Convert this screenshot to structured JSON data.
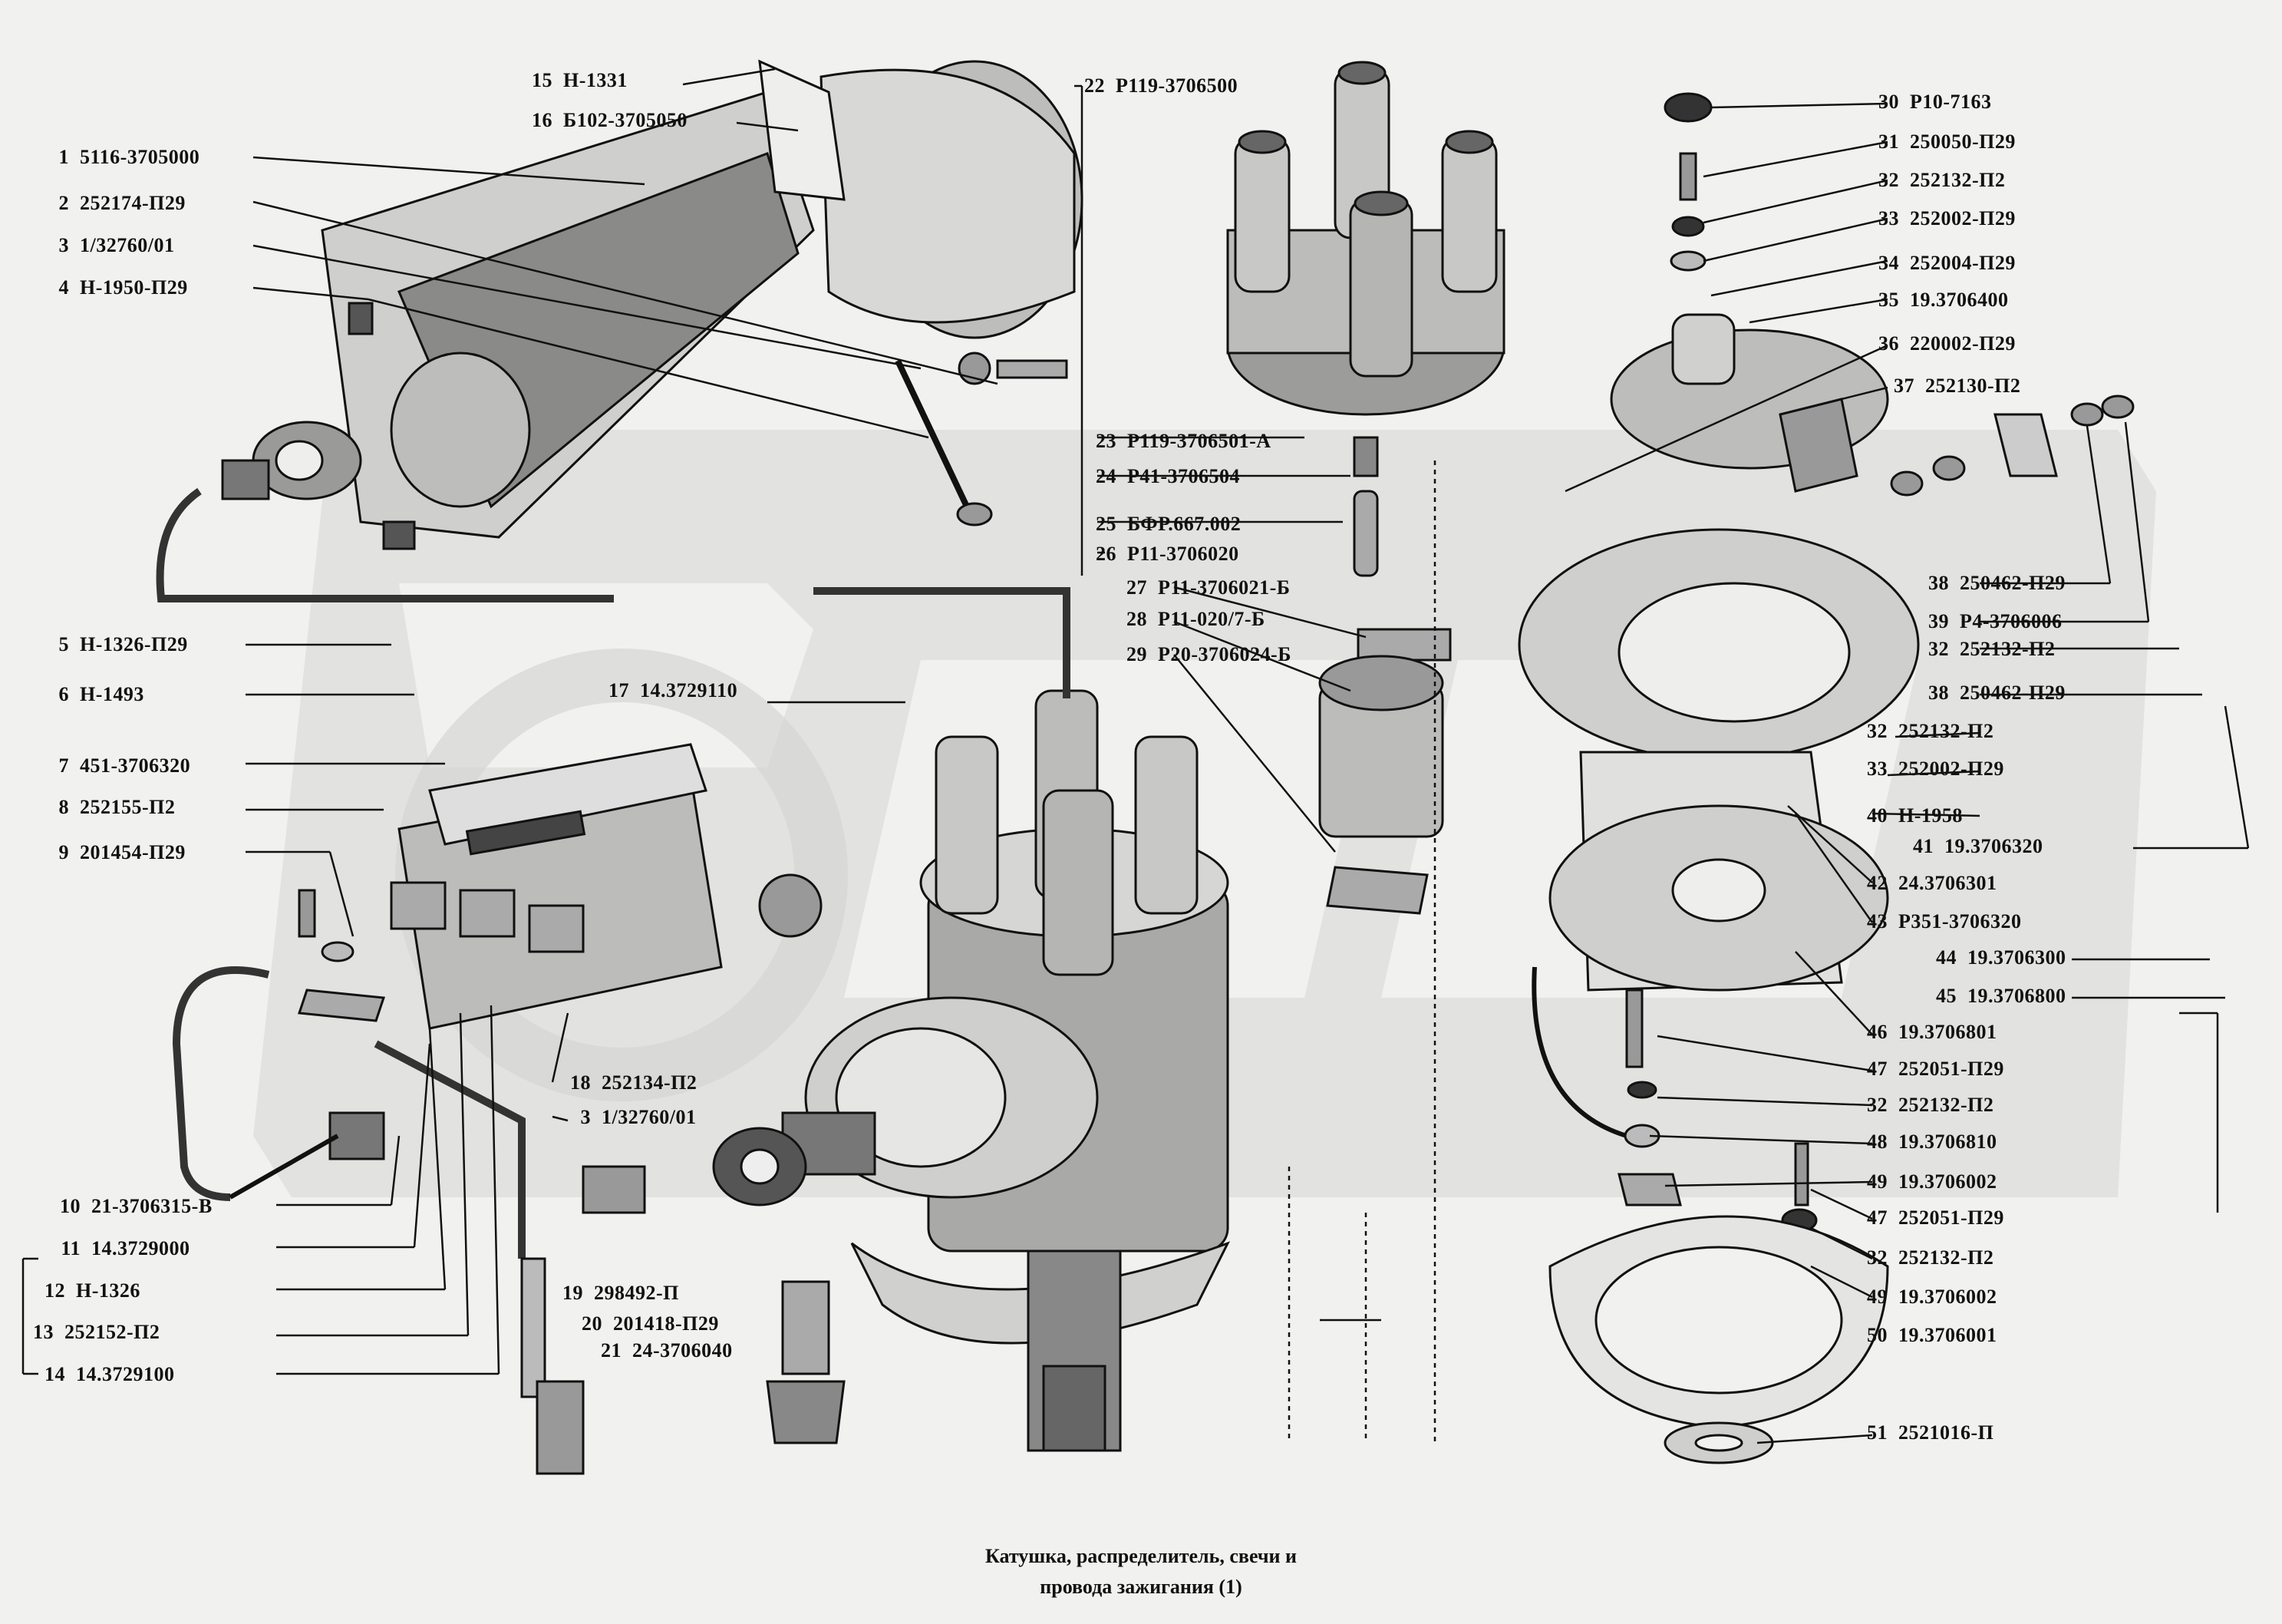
{
  "caption": {
    "line1": "Катушка, распределитель, свечи и",
    "line2": "провода зажигания (1)"
  },
  "callouts": [
    {
      "num": "1",
      "code": "5116-3705000"
    },
    {
      "num": "2",
      "code": "252174-П29"
    },
    {
      "num": "3",
      "code": "1/32760/01"
    },
    {
      "num": "4",
      "code": "Н-1950-П29"
    },
    {
      "num": "5",
      "code": "Н-1326-П29"
    },
    {
      "num": "6",
      "code": "Н-1493"
    },
    {
      "num": "7",
      "code": "451-3706320"
    },
    {
      "num": "8",
      "code": "252155-П2"
    },
    {
      "num": "9",
      "code": "201454-П29"
    },
    {
      "num": "10",
      "code": "21-3706315-В"
    },
    {
      "num": "11",
      "code": "14.3729000"
    },
    {
      "num": "12",
      "code": "Н-1326"
    },
    {
      "num": "13",
      "code": "252152-П2"
    },
    {
      "num": "14",
      "code": "14.3729100"
    },
    {
      "num": "15",
      "code": "Н-1331"
    },
    {
      "num": "16",
      "code": "Б102-3705050"
    },
    {
      "num": "17",
      "code": "14.3729110"
    },
    {
      "num": "18",
      "code": "252134-П2"
    },
    {
      "num": "3",
      "code": "1/32760/01"
    },
    {
      "num": "19",
      "code": "298492-П"
    },
    {
      "num": "20",
      "code": "201418-П29"
    },
    {
      "num": "21",
      "code": "24-3706040"
    },
    {
      "num": "22",
      "code": "Р119-3706500"
    },
    {
      "num": "23",
      "code": "Р119-3706501-А"
    },
    {
      "num": "24",
      "code": "Р41-3706504"
    },
    {
      "num": "25",
      "code": "БФР.667.002"
    },
    {
      "num": "26",
      "code": "Р11-3706020"
    },
    {
      "num": "27",
      "code": "Р11-3706021-Б"
    },
    {
      "num": "28",
      "code": "Р11-020/7-Б"
    },
    {
      "num": "29",
      "code": "Р20-3706024-Б"
    },
    {
      "num": "30",
      "code": "Р10-7163"
    },
    {
      "num": "31",
      "code": "250050-П29"
    },
    {
      "num": "32",
      "code": "252132-П2"
    },
    {
      "num": "33",
      "code": "252002-П29"
    },
    {
      "num": "34",
      "code": "252004-П29"
    },
    {
      "num": "35",
      "code": "19.3706400"
    },
    {
      "num": "36",
      "code": "220002-П29"
    },
    {
      "num": "37",
      "code": "252130-П2"
    },
    {
      "num": "38",
      "code": "250462-П29"
    },
    {
      "num": "39",
      "code": "Р4-3706006"
    },
    {
      "num": "32",
      "code": "252132-П2"
    },
    {
      "num": "38",
      "code": "250462-П29"
    },
    {
      "num": "32",
      "code": "252132-П2"
    },
    {
      "num": "33",
      "code": "252002-П29"
    },
    {
      "num": "40",
      "code": "Н-1958"
    },
    {
      "num": "41",
      "code": "19.3706320"
    },
    {
      "num": "42",
      "code": "24.3706301"
    },
    {
      "num": "43",
      "code": "Р351-3706320"
    },
    {
      "num": "44",
      "code": "19.3706300"
    },
    {
      "num": "45",
      "code": "19.3706800"
    },
    {
      "num": "46",
      "code": "19.3706801"
    },
    {
      "num": "47",
      "code": "252051-П29"
    },
    {
      "num": "32",
      "code": "252132-П2"
    },
    {
      "num": "48",
      "code": "19.3706810"
    },
    {
      "num": "49",
      "code": "19.3706002"
    },
    {
      "num": "47",
      "code": "252051-П29"
    },
    {
      "num": "32",
      "code": "252132-П2"
    },
    {
      "num": "49",
      "code": "19.3706002"
    },
    {
      "num": "50",
      "code": "19.3706001"
    },
    {
      "num": "51",
      "code": "2521016-П"
    }
  ],
  "colors": {
    "background": "#f1f1ef",
    "watermark": "#d6d6d4",
    "ink": "#111111",
    "shade": "#555555"
  }
}
